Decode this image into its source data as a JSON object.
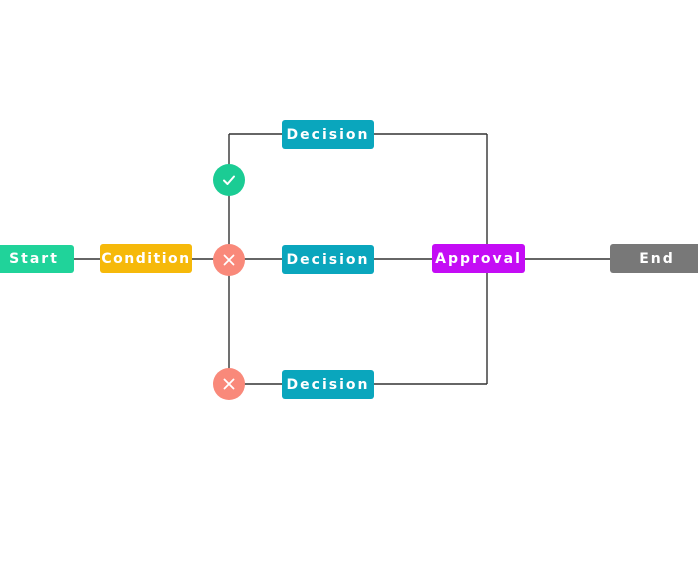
{
  "diagram": {
    "nodes": {
      "start": {
        "label": "Start",
        "color": "#20d39a"
      },
      "condition": {
        "label": "Condition",
        "color": "#f6b90a"
      },
      "decision_top": {
        "label": "Decision",
        "color": "#0aa6bd"
      },
      "decision_middle": {
        "label": "Decision",
        "color": "#0aa6bd"
      },
      "decision_bottom": {
        "label": "Decision",
        "color": "#0aa6bd"
      },
      "approval": {
        "label": "Approval",
        "color": "#c40cf5"
      },
      "end": {
        "label": "End",
        "color": "#787878"
      }
    },
    "status_badges": {
      "top": {
        "status": "approved",
        "icon": "check-icon",
        "color": "#1bcc94"
      },
      "middle": {
        "status": "rejected",
        "icon": "cross-icon",
        "color": "#f9897a"
      },
      "bottom": {
        "status": "rejected",
        "icon": "cross-icon",
        "color": "#f9897a"
      }
    },
    "connector_color": "#333333"
  }
}
